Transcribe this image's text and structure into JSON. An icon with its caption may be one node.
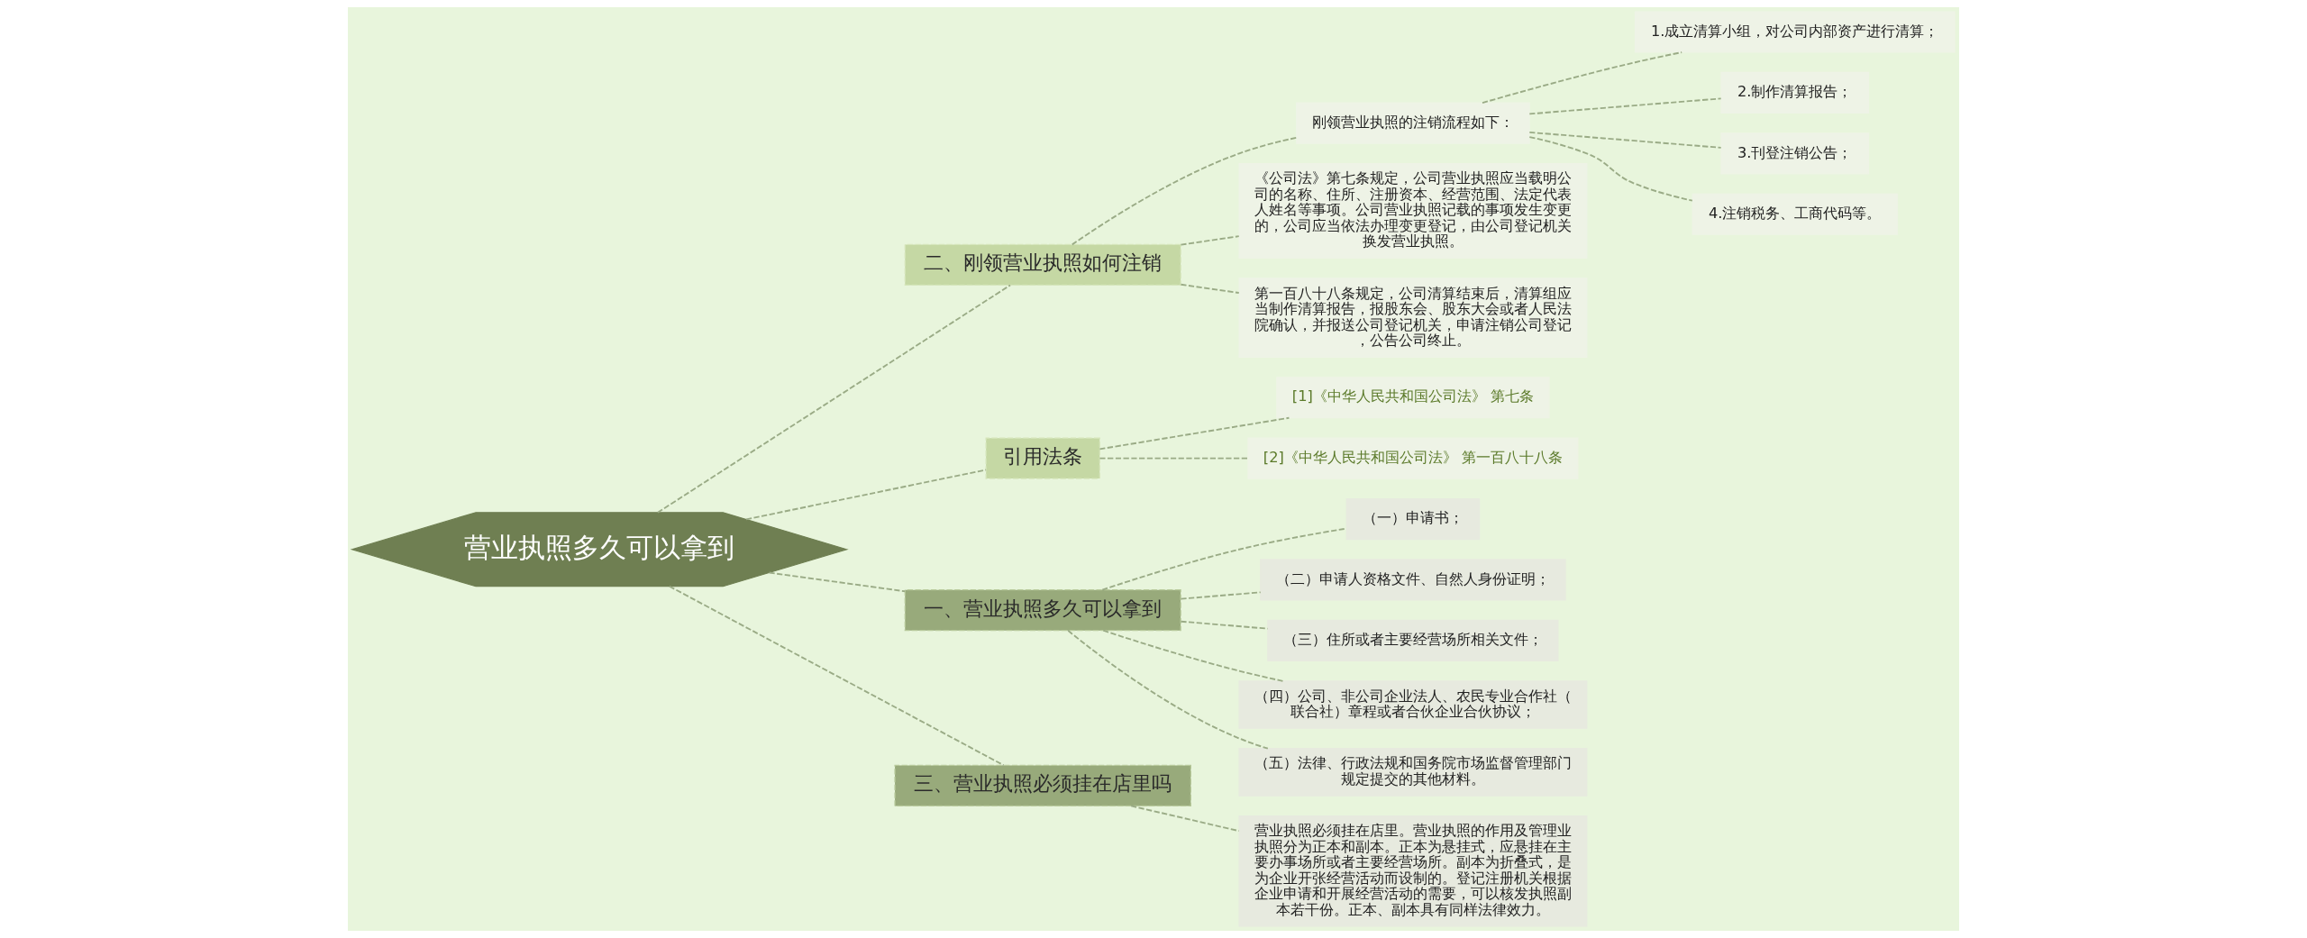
{
  "diagram": {
    "nodes": [
      {
        "text": [
          "营业执照多久可以拿到"
        ]
      },
      {
        "text": [
          "二、刚领营业执照如何注销"
        ]
      },
      {
        "text": [
          "刚领营业执照的注销流程如下："
        ]
      },
      {
        "text": [
          "1.成立清算小组，对公司内部资产进行清算；"
        ]
      },
      {
        "text": [
          "2.制作清算报告；"
        ]
      },
      {
        "text": [
          "3.刊登注销公告；"
        ]
      },
      {
        "text": [
          "4.注销税务、工商代码等。"
        ]
      },
      {
        "text": [
          "《公司法》第七条规定，公司营业执照应当载明公司的名称、住所、注册资本、经营范围、法定代表人姓名等事项。公司营业执照记载的事项发生变更的，公司应当依法办理变更登记，由公司登记机关换发营业执照。"
        ]
      },
      {
        "text": [
          "第一百八十八条规定，公司清算结束后，清算组应当制作清算报告，报股东会、股东大会或者人民法院确认，并报送公司登记机关，申请注销公司登记，公告公司终止。"
        ]
      },
      {
        "text": [
          "引用法条"
        ]
      },
      {
        "text": [
          "[1]《中华人民共和国公司法》 第七条"
        ]
      },
      {
        "text": [
          "[2]《中华人民共和国公司法》 第一百八十八条"
        ]
      },
      {
        "text": [
          "一、营业执照多久可以拿到"
        ]
      },
      {
        "text": [
          "（一）申请书；"
        ]
      },
      {
        "text": [
          "（二）申请人资格文件、自然人身份证明；"
        ]
      },
      {
        "text": [
          "（三）住所或者主要经营场所相关文件；"
        ]
      },
      {
        "text": [
          "（四）公司、非公司企业法人、农民专业合作社（联合社）章程或者合伙企业合伙协议；"
        ]
      },
      {
        "text": [
          "（五）法律、行政法规和国务院市场监督管理部门规定提交的其他材料。"
        ]
      },
      {
        "text": [
          "三、营业执照必须挂在店里吗"
        ]
      },
      {
        "text": [
          "营业执照必须挂在店里。营业执照的作用及管理业执照分为正本和副本。正本为悬挂式，应悬挂在主要办事场所或者主要经营场所。副本为折叠式，是为企业开张经营活动而设制的。登记注册机关根据企业申请和开展经营活动的需要，可以核发执照副本若干份。正本、副本具有同样法律效力。"
        ]
      }
    ],
    "edges": [
      {
        "from": 0,
        "to": 1,
        "arrow": "none",
        "style": "dashed"
      },
      {
        "from": 1,
        "to": 2,
        "arrow": "none",
        "style": "dashed"
      },
      {
        "from": 2,
        "to": 3,
        "arrow": "none",
        "style": "dashed"
      },
      {
        "from": 2,
        "to": 4,
        "arrow": "none",
        "style": "dashed"
      },
      {
        "from": 2,
        "to": 5,
        "arrow": "none",
        "style": "dashed"
      },
      {
        "from": 2,
        "to": 6,
        "arrow": "none",
        "style": "dashed"
      },
      {
        "from": 1,
        "to": 7,
        "arrow": "none",
        "style": "dashed"
      },
      {
        "from": 1,
        "to": 8,
        "arrow": "none",
        "style": "dashed"
      },
      {
        "from": 0,
        "to": 9,
        "arrow": "none",
        "style": "dashed"
      },
      {
        "from": 9,
        "to": 10,
        "arrow": "none",
        "style": "dashed"
      },
      {
        "from": 9,
        "to": 11,
        "arrow": "none",
        "style": "dashed"
      },
      {
        "from": 0,
        "to": 12,
        "arrow": "none",
        "style": "dashed"
      },
      {
        "from": 12,
        "to": 13,
        "arrow": "none",
        "style": "dashed"
      },
      {
        "from": 12,
        "to": 14,
        "arrow": "none",
        "style": "dashed"
      },
      {
        "from": 12,
        "to": 15,
        "arrow": "none",
        "style": "dashed"
      },
      {
        "from": 12,
        "to": 16,
        "arrow": "none",
        "style": "dashed"
      },
      {
        "from": 12,
        "to": 17,
        "arrow": "none",
        "style": "dashed"
      },
      {
        "from": 0,
        "to": 18,
        "arrow": "none",
        "style": "dashed"
      },
      {
        "from": 18,
        "to": 19,
        "arrow": "none",
        "style": "dashed"
      }
    ]
  }
}
